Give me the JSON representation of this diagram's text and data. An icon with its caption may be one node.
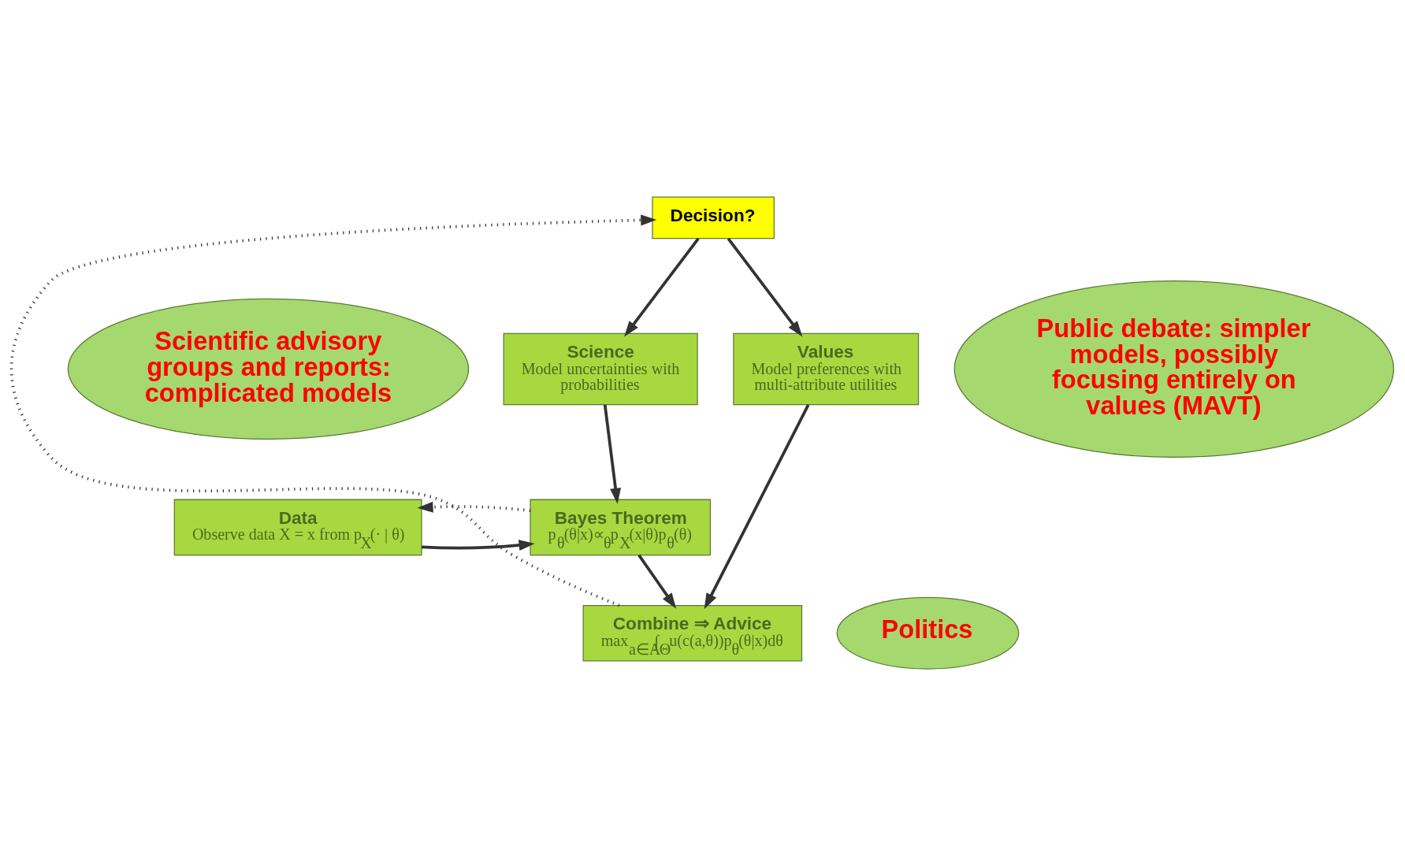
{
  "diagram": {
    "nodes": [
      {
        "text": [
          "Decision?"
        ]
      },
      {
        "text": [
          "Science",
          "Model uncertainties with probabilities"
        ]
      },
      {
        "text": [
          "Values",
          "Model preferences with multi-attribute utilities"
        ]
      },
      {
        "text": [
          "Data",
          "Observe data X = x from p$_{X}$(· | θ)"
        ]
      },
      {
        "text": [
          "Bayes Theorem",
          "p$_{θ}$(θ|x)∝$_{θ}$p$_{X}$(x|θ)p$_{θ}$(θ)"
        ]
      },
      {
        "text": [
          "Combine ⇒ Advice",
          "max$_{a∈A}$∫$_{Θ}$u(c(a,θ))p$_{θ}$(θ|x)dθ"
        ]
      },
      {
        "text": [
          "Scientific advisory groups and reports: complicated models"
        ]
      },
      {
        "text": [
          "Public debate: simpler models, possibly focusing entirely on values (MAVT)"
        ]
      },
      {
        "text": [
          "Politics"
        ]
      }
    ],
    "edges": [
      {
        "from": 0,
        "to": 1,
        "arrow": "to"
      },
      {
        "from": 0,
        "to": 2,
        "arrow": "to"
      },
      {
        "from": 1,
        "to": 4,
        "arrow": "to"
      },
      {
        "from": 3,
        "to": 4,
        "arrow": "to"
      },
      {
        "from": 4,
        "to": 5,
        "arrow": "to"
      },
      {
        "from": 2,
        "to": 5,
        "arrow": "to"
      },
      {
        "from": 4,
        "to": 3,
        "arrow": "to",
        "style": "dashed"
      },
      {
        "from": 5,
        "to": 0,
        "arrow": "to",
        "style": "dashed"
      }
    ]
  }
}
